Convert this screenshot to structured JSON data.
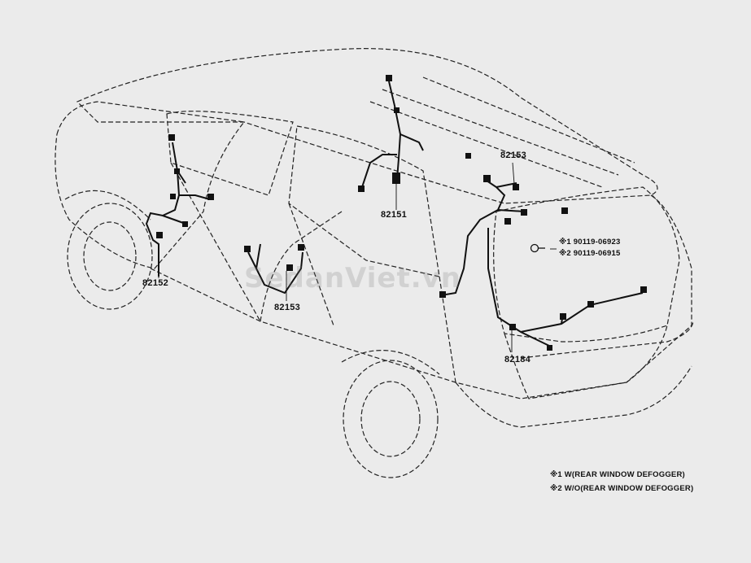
{
  "parts": {
    "p82151": "82151",
    "p82152": "82152",
    "p82153_top": "82153",
    "p82153_door": "82153",
    "p82184": "82184"
  },
  "bolt": {
    "note1_code": "※1 90119-06923",
    "note2_code": "※2 90119-06915"
  },
  "legend": {
    "note1": "※1 W(REAR WINDOW DEFOGGER)",
    "note2": "※2 W/O(REAR WINDOW DEFOGGER)"
  },
  "watermark": "SedanViet.vn",
  "colors": {
    "background": "#ebebeb",
    "line": "#111111"
  }
}
